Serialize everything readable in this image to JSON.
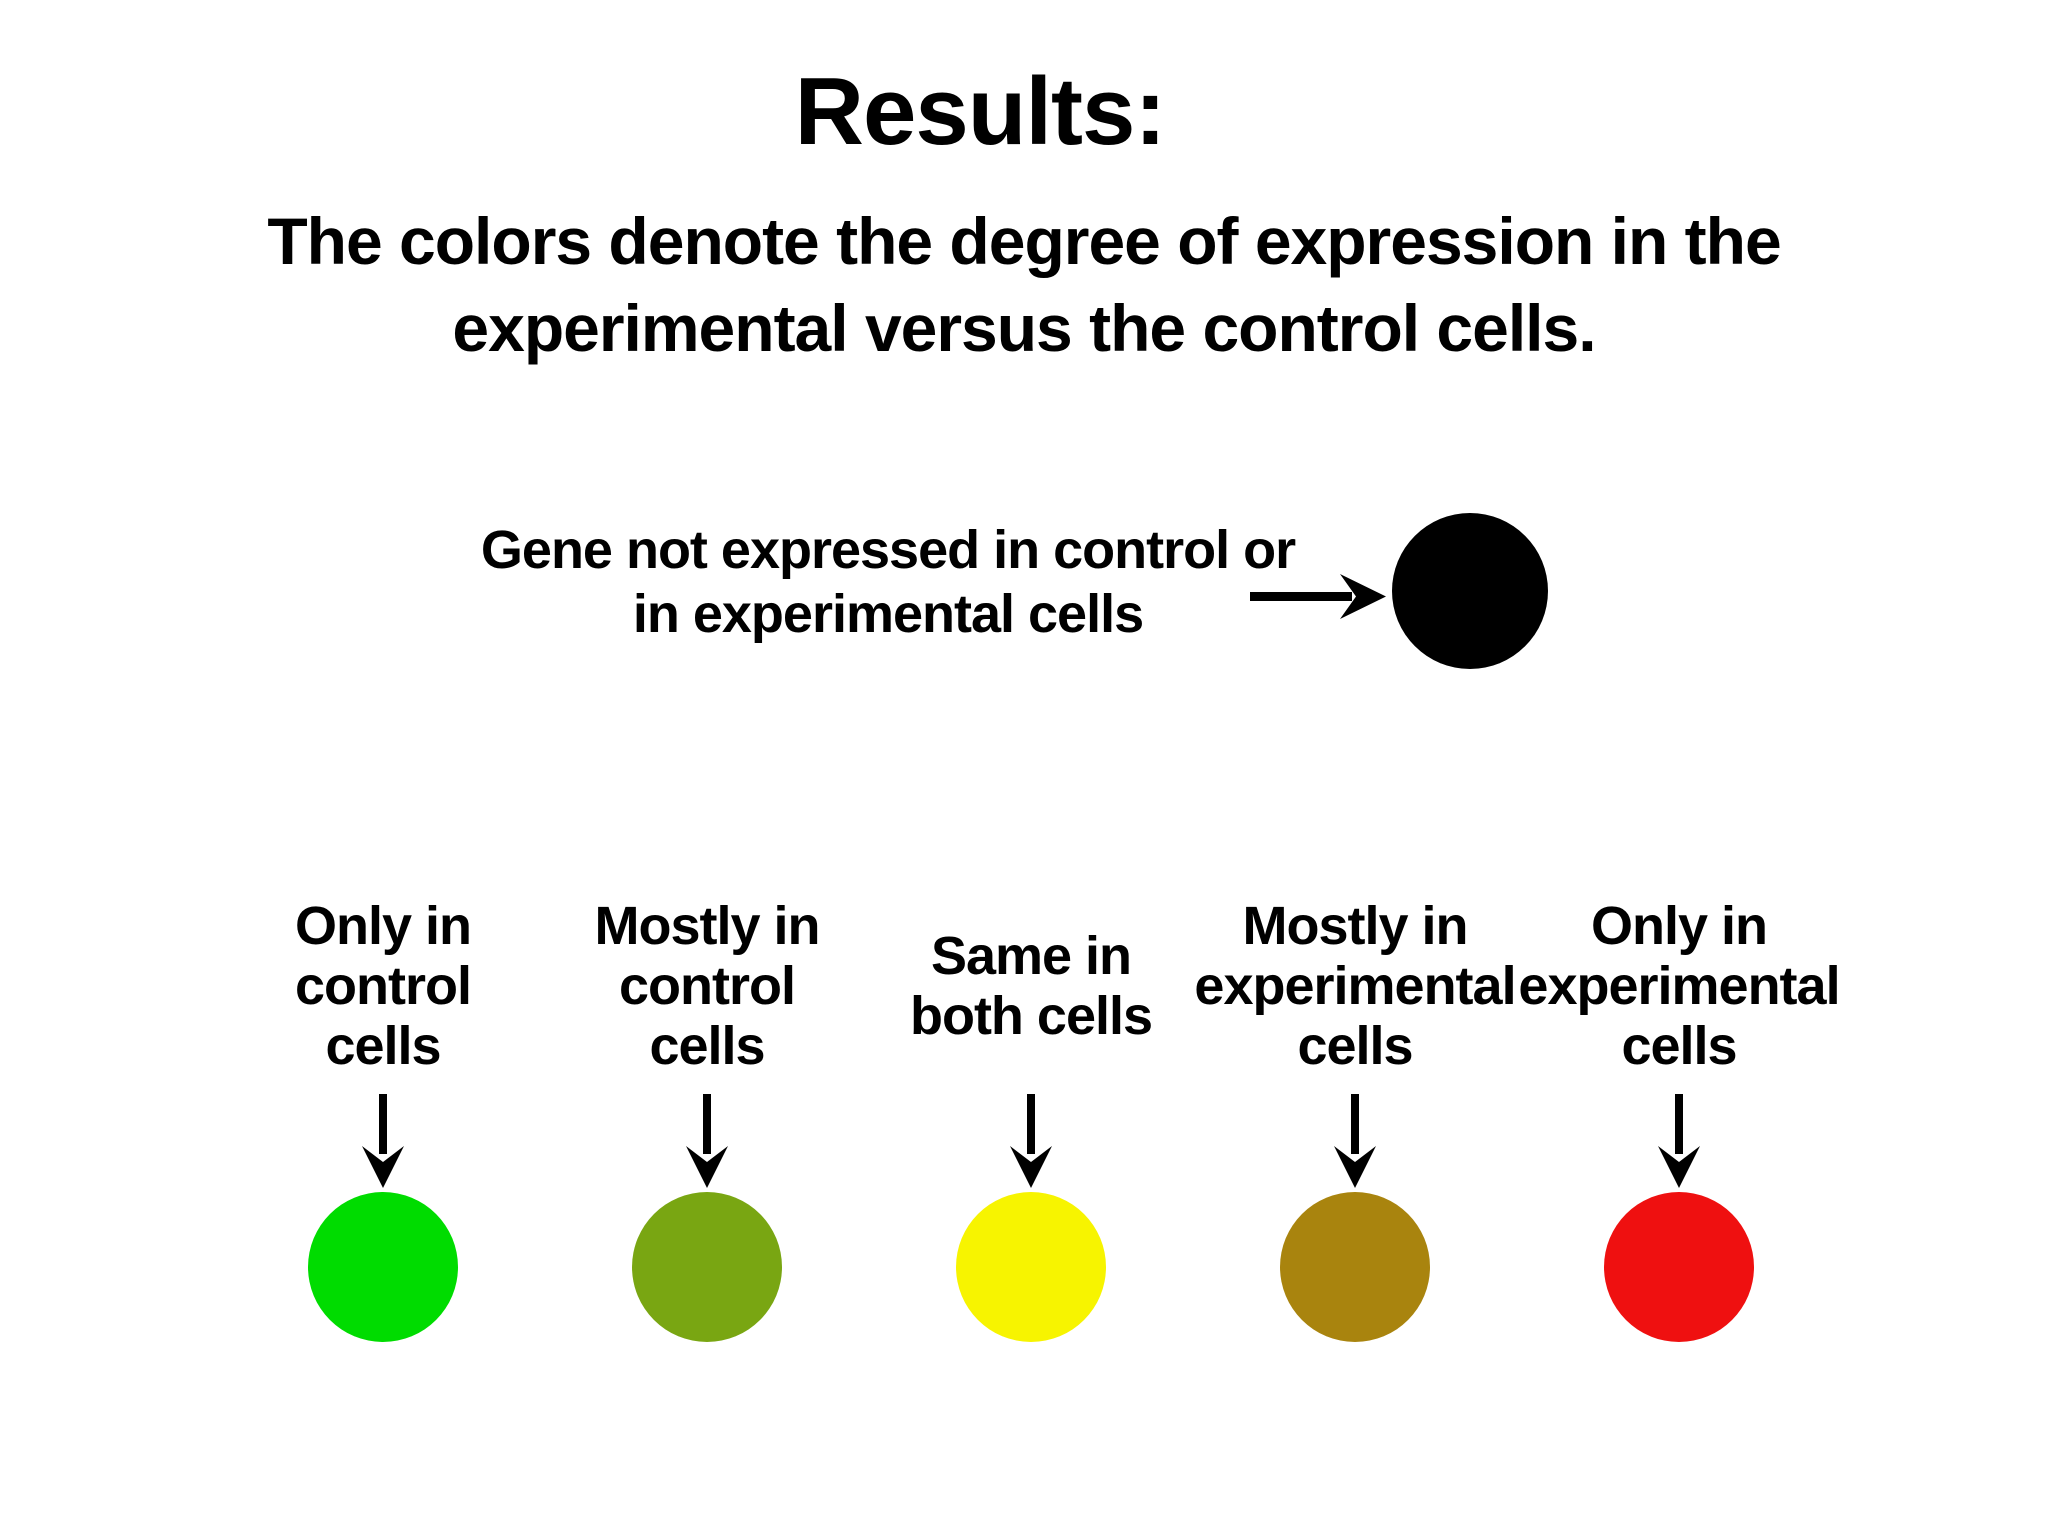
{
  "title": "Results:",
  "subtitle": "The colors denote the degree of expression in the\nexperimental versus the control cells.",
  "note": {
    "text": "Gene not expressed in control or\nin experimental cells",
    "circle_color": "#000000",
    "circle_color_name": "black"
  },
  "legend": {
    "items": [
      {
        "label": "Only in\ncontrol\ncells",
        "color": "#00DC00",
        "color_name": "green"
      },
      {
        "label": "Mostly in\ncontrol\ncells",
        "color": "#79A612",
        "color_name": "olive-green"
      },
      {
        "label": "Same in\nboth cells",
        "color": "#F7F400",
        "color_name": "yellow"
      },
      {
        "label": "Mostly in\nexperimental\ncells",
        "color": "#A9840E",
        "color_name": "brown"
      },
      {
        "label": "Only in\nexperimental\ncells",
        "color": "#EF1010",
        "color_name": "red"
      }
    ]
  }
}
